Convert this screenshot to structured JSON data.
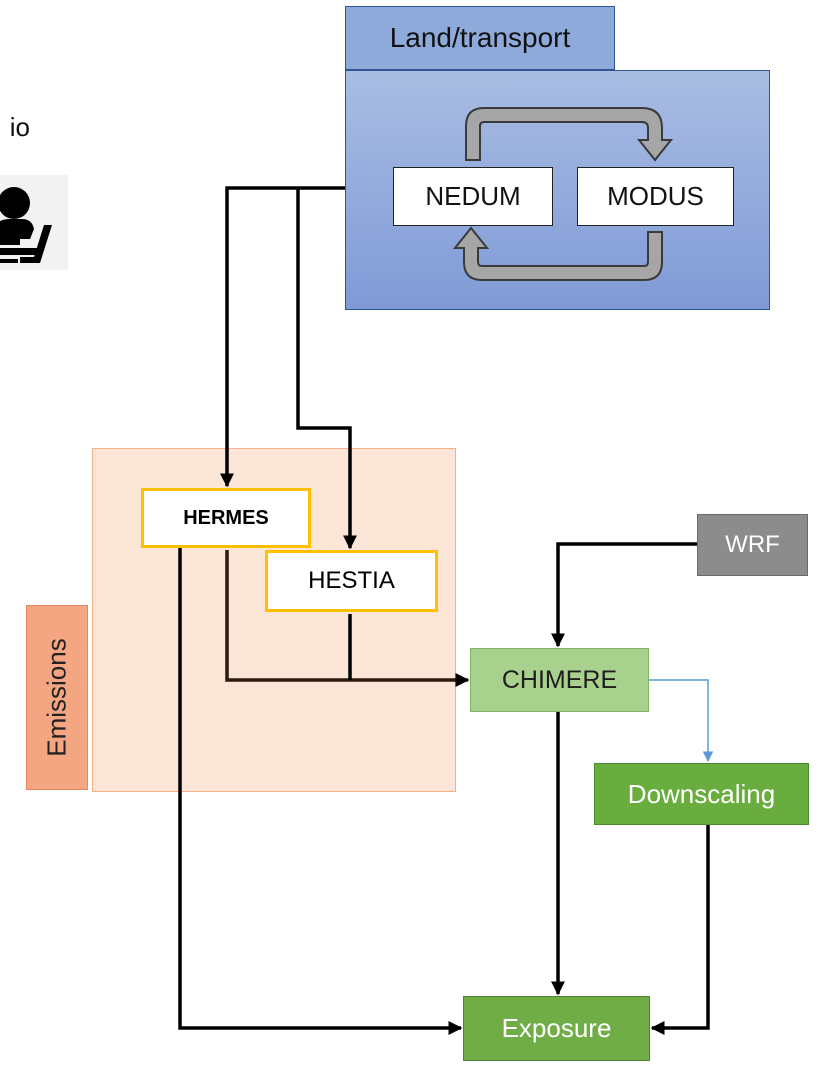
{
  "scenario": {
    "partial_text": "io",
    "icon": "user-at-laptop-icon"
  },
  "land_transport": {
    "title": "Land/transport",
    "models": {
      "nedum": "NEDUM",
      "modus": "MODUS"
    }
  },
  "emissions": {
    "title": "Emissions",
    "models": {
      "hermes": "HERMES",
      "hestia": "HESTIA"
    }
  },
  "models": {
    "wrf": "WRF",
    "chimere": "CHIMERE",
    "downscaling": "Downscaling",
    "exposure": "Exposure"
  },
  "colors": {
    "land_panel": "#8eaadb",
    "emissions_panel": "#fbe5d6",
    "emissions_tab": "#f4a582",
    "chimere": "#a9d18e",
    "wrf": "#8c8c8c",
    "downscaling": "#6aad3f",
    "exposure": "#70ad47",
    "emission_border": "#ffc000",
    "chimere_to_downscaling_link": "#5b9bd5"
  }
}
